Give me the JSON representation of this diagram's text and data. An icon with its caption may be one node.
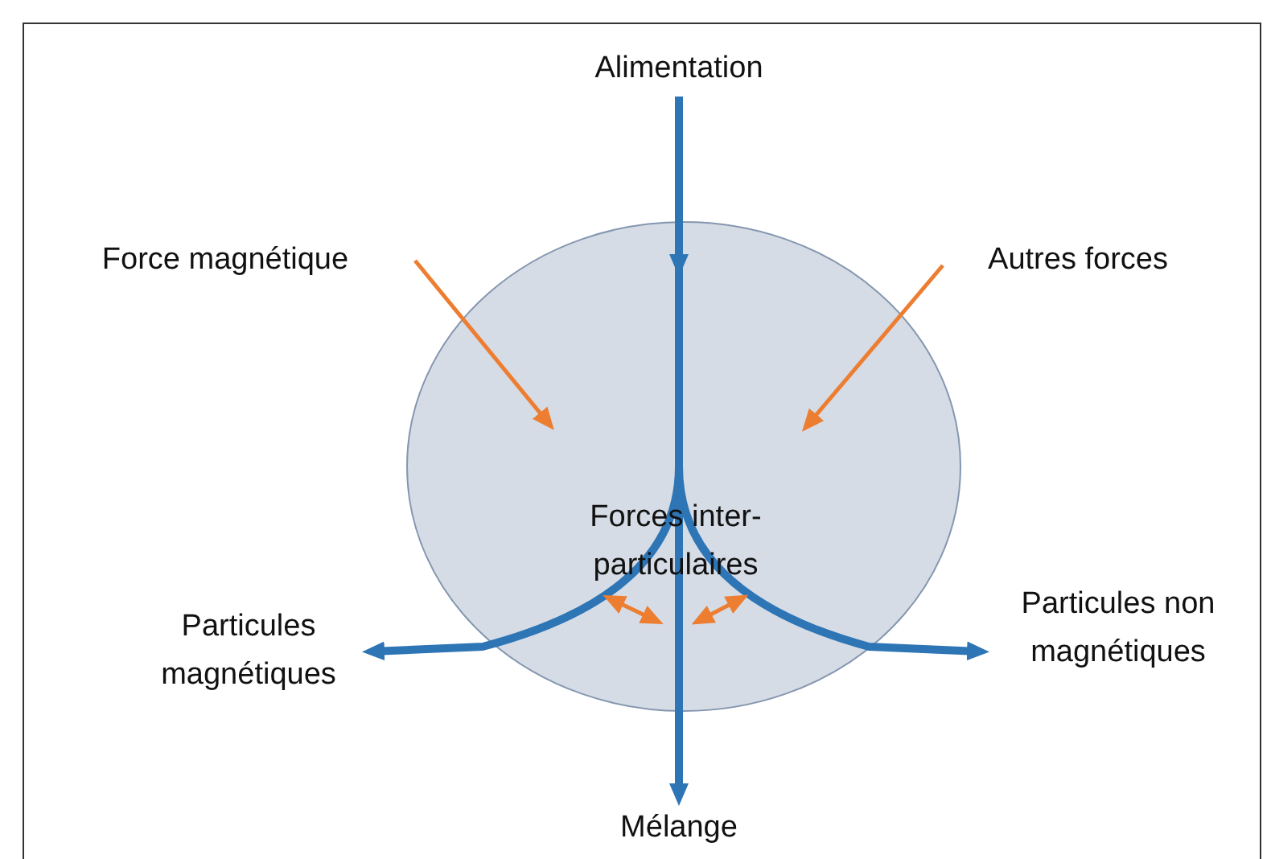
{
  "diagram": {
    "nodes": [
      {
        "text": [
          "Forces inter-particulaires"
        ]
      },
      {
        "text": [
          "Alimentation"
        ]
      },
      {
        "text": [
          "Force magnétique"
        ]
      },
      {
        "text": [
          "Autres forces"
        ]
      },
      {
        "text": [
          "Particules magnétiques"
        ]
      },
      {
        "text": [
          "Particules non magnétiques"
        ]
      },
      {
        "text": [
          "Mélange"
        ]
      }
    ],
    "edges": [
      {
        "from": 2,
        "to": 0,
        "arrow": "to",
        "color": "#ed7d31"
      },
      {
        "from": 3,
        "to": 0,
        "arrow": "to",
        "color": "#ed7d31"
      },
      {
        "from": 1,
        "to": 4,
        "arrow": "to"
      },
      {
        "from": 1,
        "to": 5,
        "arrow": "to"
      },
      {
        "from": 1,
        "to": 6,
        "arrow": "to"
      }
    ]
  }
}
